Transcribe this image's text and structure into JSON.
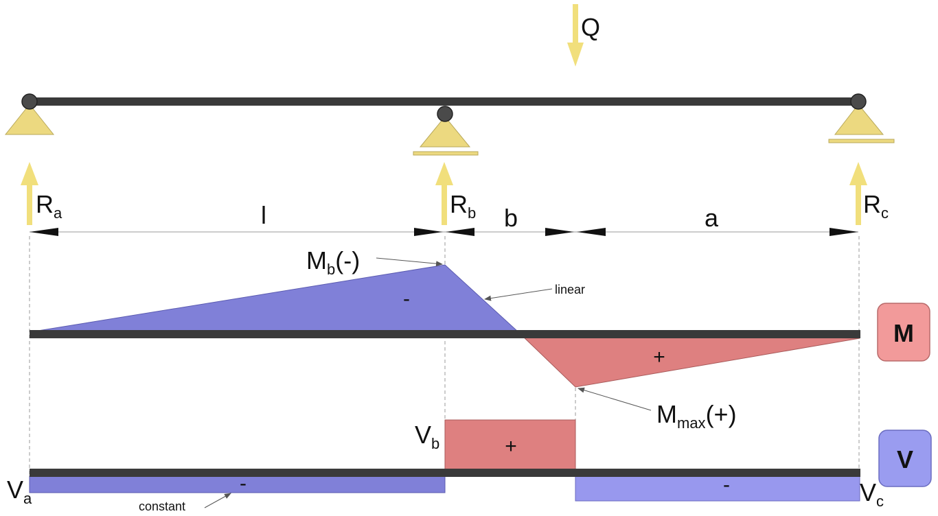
{
  "load": {
    "symbol": "Q"
  },
  "reactions": [
    {
      "base": "R",
      "sub": "a"
    },
    {
      "base": "R",
      "sub": "b"
    },
    {
      "base": "R",
      "sub": "c"
    }
  ],
  "dimensions": {
    "l": "l",
    "b": "b",
    "a": "a"
  },
  "moment": {
    "badge": "M",
    "mb_base": "M",
    "mb_sub": "b",
    "mb_suffix": "(-)",
    "mmax_base": "M",
    "mmax_sub": "max",
    "mmax_suffix": "(+)",
    "neg_sign": "-",
    "pos_sign": "+",
    "linear_note": "linear"
  },
  "shear": {
    "badge": "V",
    "va_base": "V",
    "va_sub": "a",
    "vb_base": "V",
    "vb_sub": "b",
    "vc_base": "V",
    "vc_sub": "c",
    "pos_sign": "+",
    "neg_sign_left": "-",
    "neg_sign_right": "-",
    "constant_note": "constant"
  },
  "colors": {
    "beam": "#3a3a3a",
    "support": "#ecd980",
    "arrow": "#f1df7c",
    "negative": "#8080d8",
    "negative_light": "#9898ee",
    "positive": "#de8080",
    "badge_m": "#f29a9a",
    "badge_v": "#9a9cf0"
  }
}
